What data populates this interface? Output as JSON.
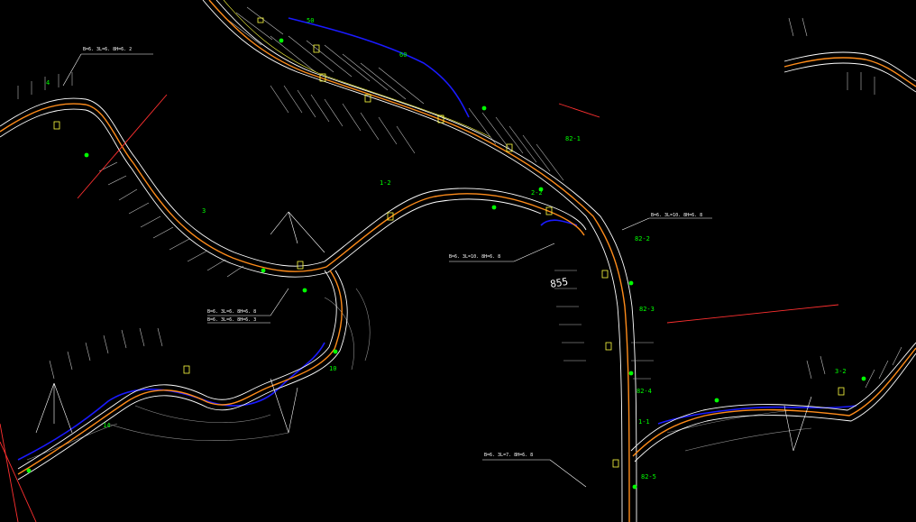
{
  "labels": {
    "l50": "50",
    "l60": "60",
    "l4": "4",
    "l3": "3",
    "l1_2": "1-2",
    "l82_1": "82-1",
    "l82_2": "82-2",
    "l82_3": "82-3",
    "l82_4": "82-4",
    "l82_5": "82-5",
    "lm1": "1-1",
    "l2_2": "2-2",
    "l10": "10",
    "l14": "14",
    "l855": "855",
    "l3_2": "3-2"
  },
  "annotations": {
    "a1": "B=6. 3L=6. 8H=6. 2",
    "a2": "B=6. 3L=10. 8H=6. 8",
    "a3": "B=6. 3L=10. 8H=6. 8",
    "a4": "B=6. 3L=6. 8H=6. 8",
    "a5": "B=6. 3L=6. 8H=6. 3",
    "a6": "B=6. 3L=7. 8H=6. 8"
  },
  "colors": {
    "background": "#000000",
    "road_center": "#ff8c1a",
    "road_edge": "#ffffff",
    "river": "#1a1aff",
    "label": "#00ff00",
    "accent_red": "#ff3030",
    "building": "#ffff40",
    "contour": "#c0c0c0"
  }
}
